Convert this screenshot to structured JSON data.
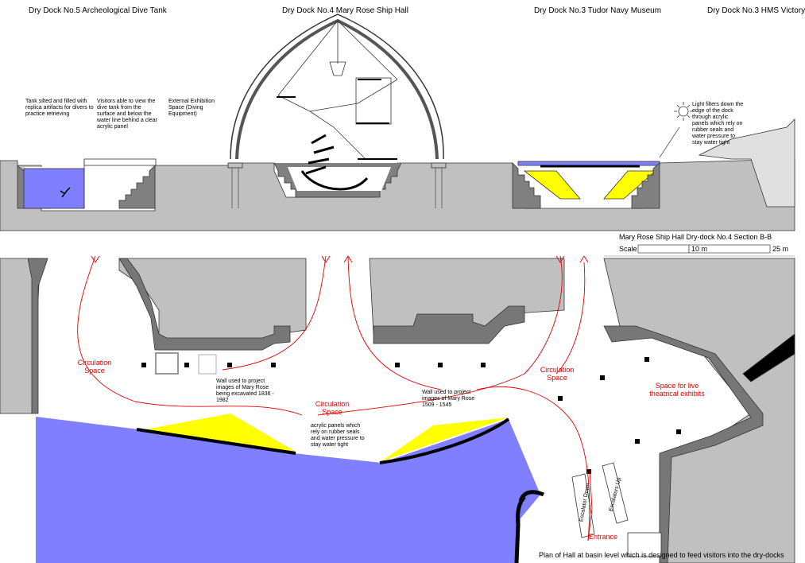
{
  "section": {
    "titles": {
      "dock5": "Dry Dock No.5 Archeological Dive Tank",
      "dock4": "Dry Dock No.4 Mary Rose Ship Hall",
      "dock3_museum": "Dry Dock No.3 Tudor Navy Museum",
      "dock3_victory": "Dry Dock No.3 HMS Victory"
    },
    "notes": {
      "tank": "Tank silted and filled with replica artifacts for divers to practice retrieving",
      "visitors": "Visitors able to view the dive tank from the surface and below the water line behind a clear acrylic panel",
      "external": "External Exhibition Space (Diving Equipment)",
      "light": "Light filters down the edge of the dock through acrylic panels which rely on rubber seals and water pressure to stay water tight"
    },
    "caption": "Mary Rose Ship Hall Dry-dock No.4 Section B-B",
    "scale": {
      "label": "Scale",
      "mid": "10 m",
      "end": "25 m"
    }
  },
  "plan": {
    "circulation_1": "Circulation Space",
    "circulation_2": "Circulation Space",
    "circulation_3": "Circulation Space",
    "wall_left": "Wall used to project images of Mary Rose being excavated 1836 - 1982",
    "wall_right": "Wall used to project images of Mary Rose 1509 - 1545",
    "acrylic": "acrylic panels which rely on rubber seals and water pressure to stay water tight",
    "live": "Space for live theatrical exhibits",
    "escalator_down": "Escalator Down",
    "escalator_up": "Escalators Up",
    "entrance": "Entrance",
    "caption": "Plan of Hall at  basin level which is designed to feed visitors into the dry-docks"
  },
  "colors": {
    "water": "#7f7fff",
    "acrylic": "#ffff00",
    "ground": "#c0c0c0",
    "circulation": "#e30000"
  }
}
